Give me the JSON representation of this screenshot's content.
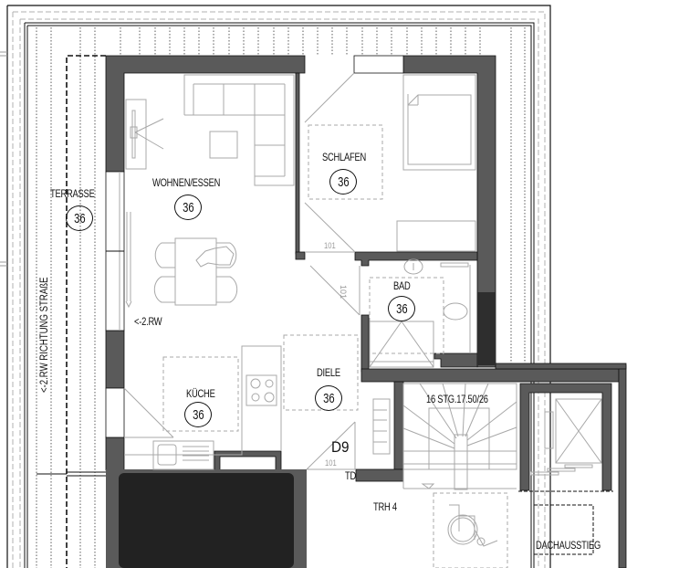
{
  "plan": {
    "rooms": [
      {
        "id": "terrasse",
        "name": "TERRASSE",
        "tag": "36"
      },
      {
        "id": "wohnen",
        "name": "WOHNEN/ESSEN",
        "tag": "36"
      },
      {
        "id": "schlafen",
        "name": "SCHLAFEN",
        "tag": "36"
      },
      {
        "id": "bad",
        "name": "BAD",
        "tag": "36"
      },
      {
        "id": "kueche",
        "name": "KÜCHE",
        "tag": "36"
      },
      {
        "id": "diele",
        "name": "DIELE",
        "tag": "36"
      }
    ],
    "annotations": {
      "escape_route_inner": "<-2.RW",
      "escape_route_outer": "<-2.RW RICHTUNG STRAßE",
      "stair_spec": "16 STG.17.50/26",
      "stairwell": "TRH 4",
      "roof_hatch": "DACHAUSSTIEG",
      "door_id": "D9",
      "door_type": "TD"
    },
    "dimensions": {
      "door_schlafen_width": "101",
      "door_bad_width": "101",
      "door_entry_width": "101"
    },
    "colors": {
      "wall": "#5a5a5a",
      "wall_outline": "#111111",
      "furniture": "#a8a8a8",
      "text": "#111111",
      "dim_text": "#9a9a9a",
      "dark_overlay": "#222222"
    }
  }
}
